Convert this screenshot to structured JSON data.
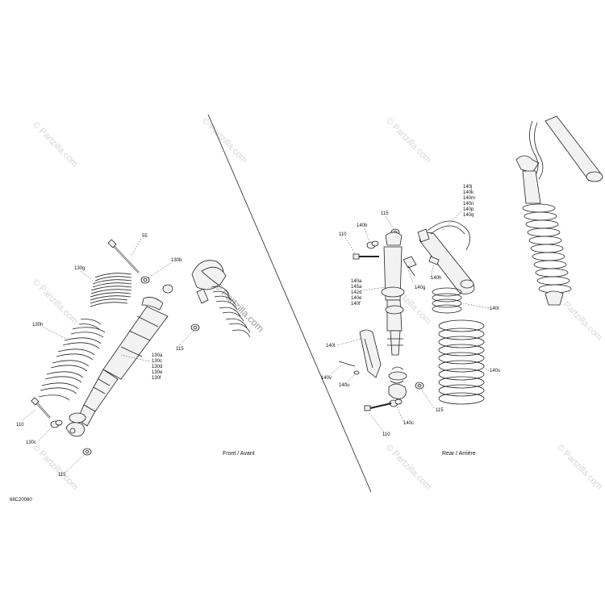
{
  "labels": {
    "front": {
      "l55": "55",
      "l130b": "130b",
      "l130g": "130g",
      "l130h": "130h",
      "l130a": "130a",
      "l130c_stack": "130c",
      "l130d": "130d",
      "l130e": "130e",
      "l130f": "130f",
      "l115a": "115",
      "l110": "110",
      "l130c": "130c",
      "l115b": "115"
    },
    "rear": {
      "l115": "115",
      "l140b": "140b",
      "l110": "110",
      "l140j": "140j",
      "l140k": "140k",
      "l140m": "140m",
      "l140n": "140n",
      "l140p": "140p",
      "l140q": "140q",
      "l140a_top": "140a",
      "l145a": "145a",
      "l142d": "142d",
      "l140e": "140e",
      "l140f": "140f",
      "l140g": "140g",
      "l140h": "140h",
      "l140r": "140r",
      "l140t": "140t",
      "l140v": "140v",
      "l140u": "140u",
      "l140s": "140s",
      "l115b": "115",
      "l140c": "140c",
      "l110b": "110"
    }
  },
  "captions": {
    "front": "Front / Avant",
    "rear": "Rear / Arrière",
    "code": "68C20060"
  },
  "watermark": "© Partzilla.com",
  "colors": {
    "line": "#222222",
    "watermark": "#d6d6d6"
  }
}
